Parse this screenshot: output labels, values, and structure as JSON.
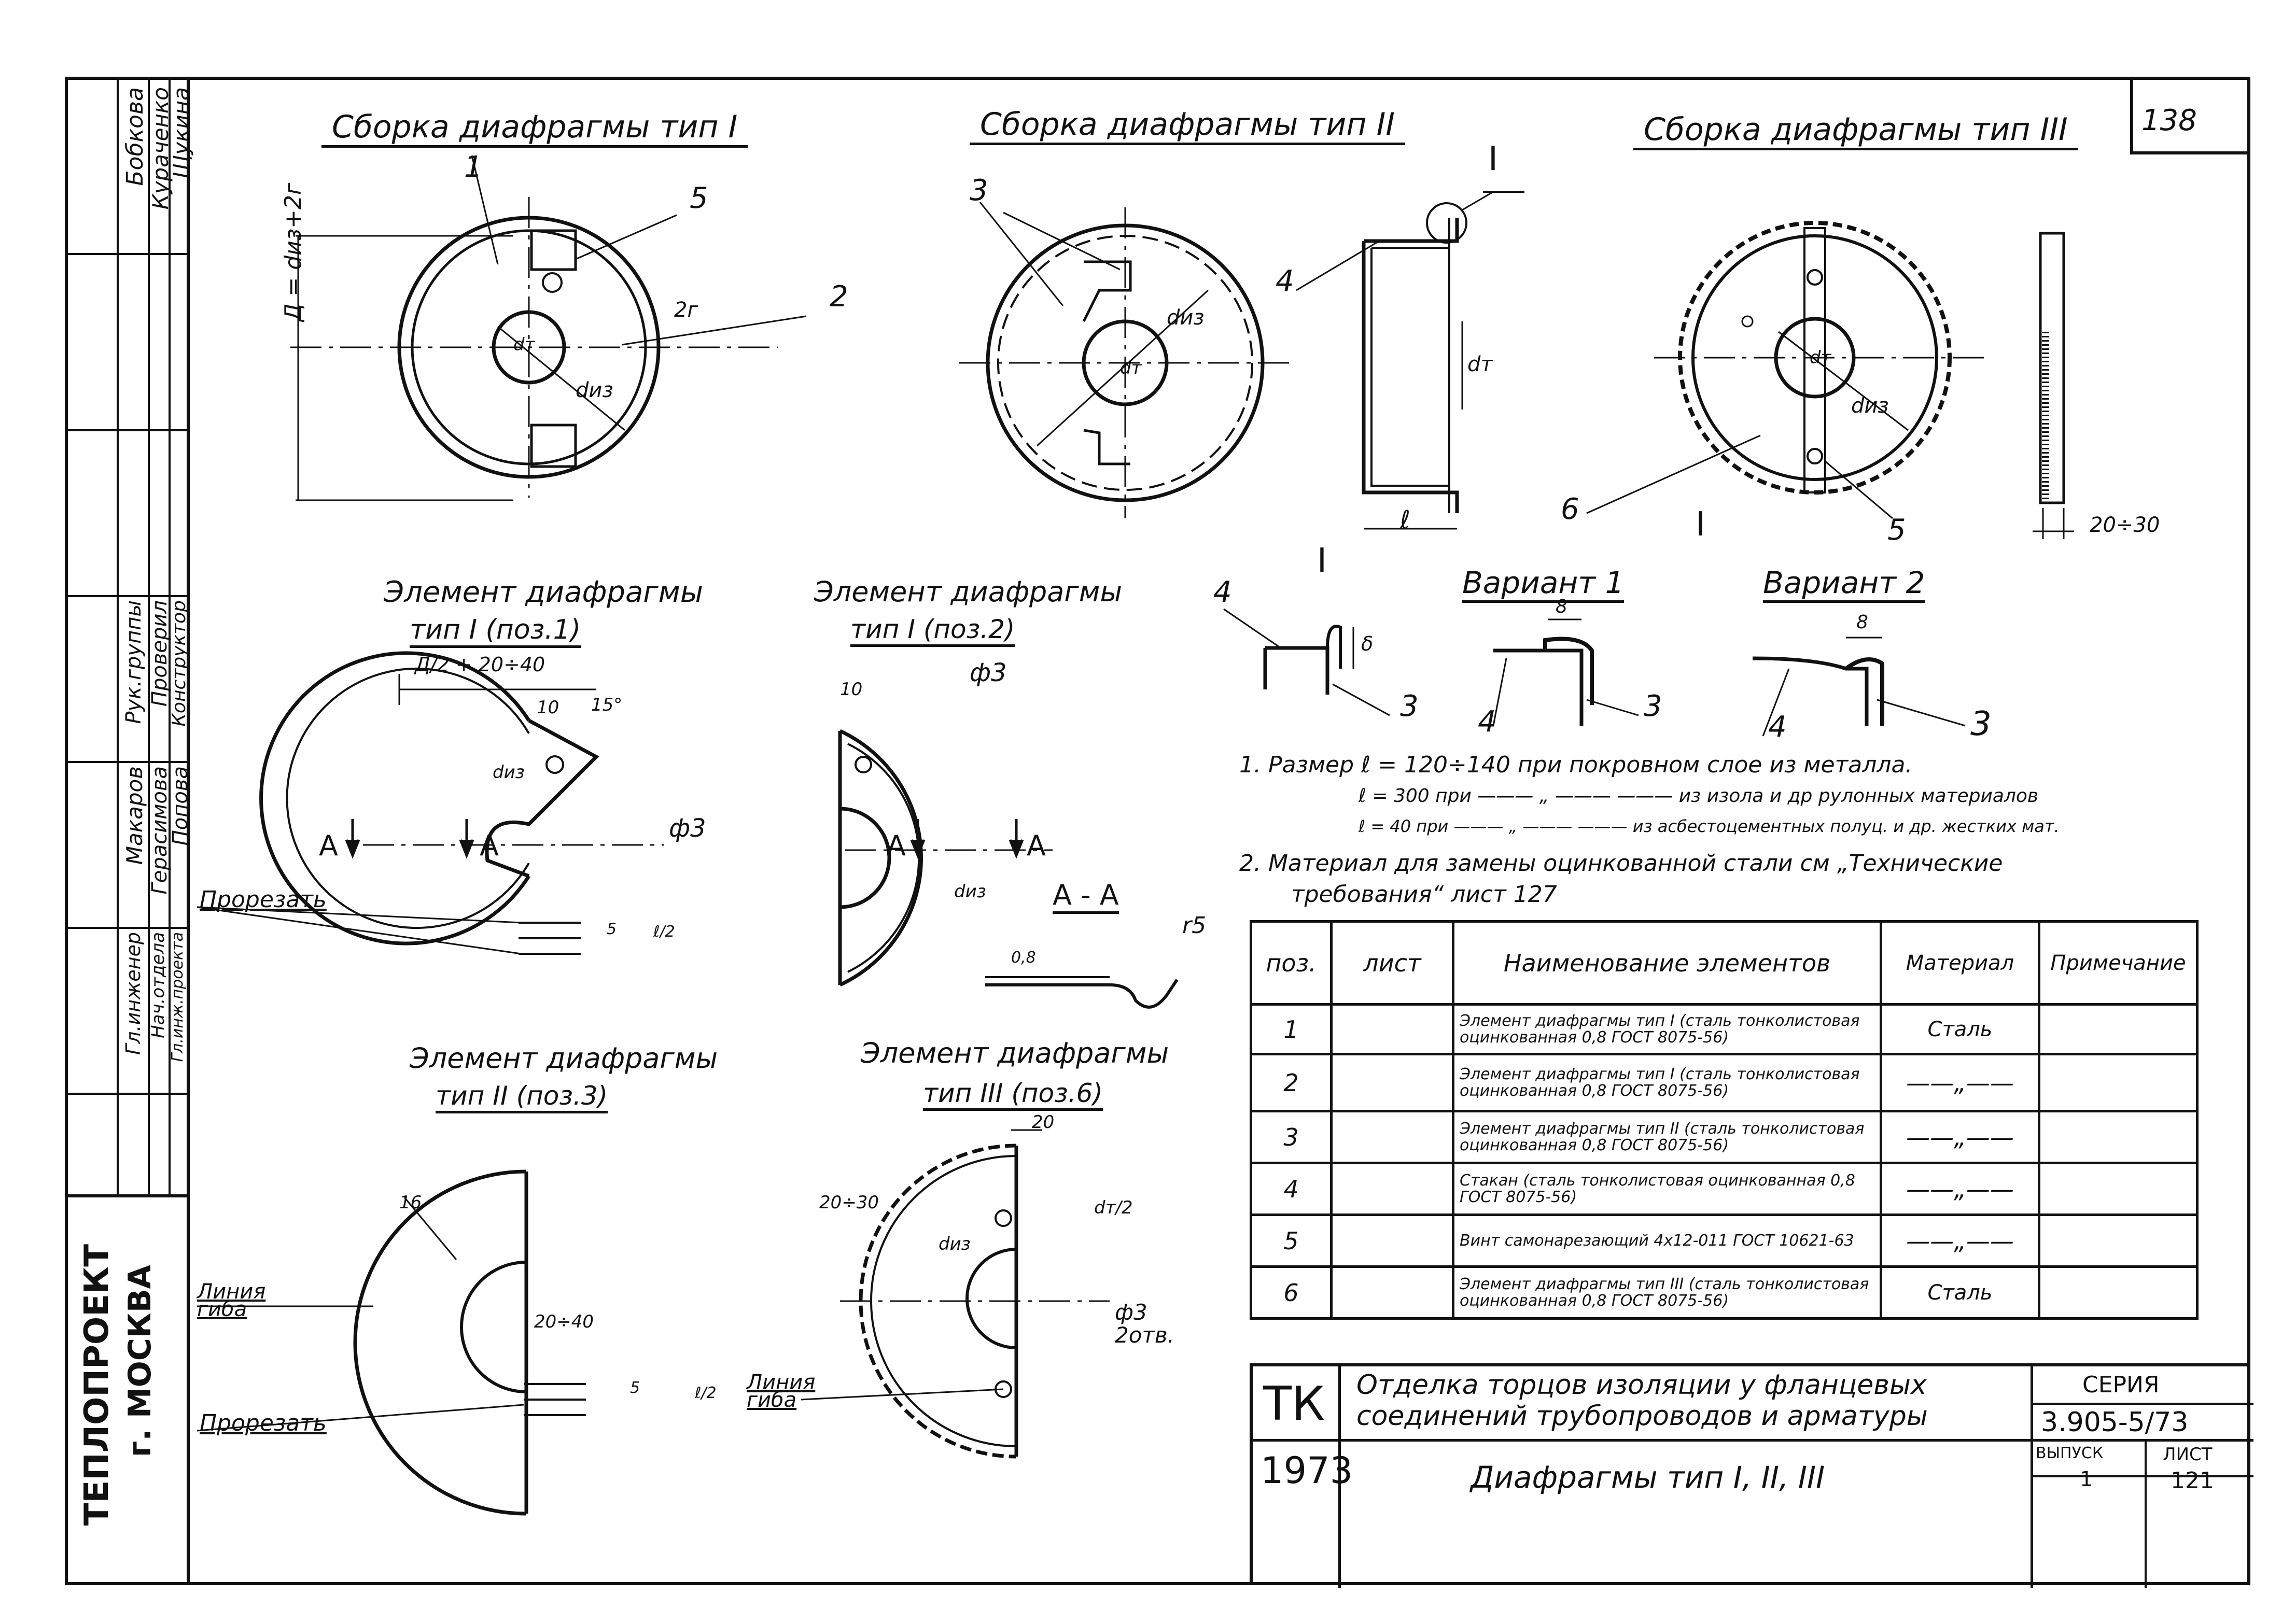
{
  "sheet_corner_number": "138",
  "assembly_titles": [
    "Сборка диафрагмы тип I",
    "Сборка диафрагмы тип II",
    "Сборка диафрагмы тип III"
  ],
  "element_titles": [
    {
      "l1": "Элемент диафрагмы",
      "l2": "тип I (поз.1)"
    },
    {
      "l1": "Элемент диафрагмы",
      "l2": "тип I (поз.2)"
    },
    {
      "l1": "Элемент диафрагмы",
      "l2": "тип II (поз.3)"
    },
    {
      "l1": "Элемент диафрагмы",
      "l2": "тип III (поз.6)"
    }
  ],
  "variants": {
    "detail_mark": "I",
    "variant1": "Вариант 1",
    "variant2": "Вариант 2"
  },
  "labels": {
    "d_formula": "Д = dиз+2г",
    "diz": "dиз",
    "dt": "dт",
    "two_g": "2г",
    "ell": "ℓ",
    "delta": "δ",
    "half_d_dim": "Д/2 + 20÷40",
    "dim_10": "10",
    "dim_8": "8",
    "dim_5": "5",
    "dim_16": "16",
    "dim_20": "20",
    "angle_15": "15°",
    "phi3": "ф3",
    "phi3_two": "ф3 2отв.",
    "r5": "r5",
    "dim_08": "0,8",
    "section_a": "A",
    "section_aa": "А - А",
    "cut": "Прорезать",
    "fold_line": "Линия гиба",
    "range_20_40": "20÷40",
    "range_20_30": "20÷30",
    "dim_dt2": "dт/2",
    "dim_l2": "ℓ/2",
    "pos": [
      "1",
      "2",
      "3",
      "4",
      "5",
      "6"
    ]
  },
  "notes": {
    "n1a": "1. Размер ℓ = 120÷140 при покровном слое из металла.",
    "n1b": "ℓ = 300    при ——— „ ———  ——— из изола и др рулонных материалов",
    "n1c": "ℓ = 40     при ——— „ ———  ——— из асбестоцементных полуц. и др. жестких мат.",
    "n2a": "2. Материал для замены оцинкованной стали см „Технические",
    "n2b": "требования“ лист 127"
  },
  "spec_table": {
    "headers": {
      "pos": "поз.",
      "sheet": "лист",
      "name": "Наименование элементов",
      "material": "Материал",
      "note": "Примечание"
    },
    "rows": [
      {
        "pos": "1",
        "name": "Элемент диафрагмы тип I (сталь тонколистовая оцинкованная 0,8 ГОСТ 8075-56)",
        "material": "Сталь"
      },
      {
        "pos": "2",
        "name": "Элемент диафрагмы тип I (сталь тонколистовая оцинкованная 0,8 ГОСТ 8075-56)",
        "material": "——„——"
      },
      {
        "pos": "3",
        "name": "Элемент диафрагмы тип II (сталь тонколистовая оцинкованная 0,8 ГОСТ 8075-56)",
        "material": "——„——"
      },
      {
        "pos": "4",
        "name": "Стакан (сталь тонколистовая оцинкованная 0,8 ГОСТ 8075-56)",
        "material": "——„——"
      },
      {
        "pos": "5",
        "name": "Винт самонарезающий 4х12-011 ГОСТ 10621-63",
        "material": "——„——"
      },
      {
        "pos": "6",
        "name": "Элемент диафрагмы тип III (сталь тонколистовая оцинкованная 0,8 ГОСТ 8075-56)",
        "material": "Сталь"
      }
    ]
  },
  "title_block": {
    "tk": "ТК",
    "year": "1973",
    "title_line1": "Отделка торцов изоляции у фланцевых",
    "title_line2": "соединений трубопроводов и арматуры",
    "sheet_name": "Диафрагмы тип I, II, III",
    "series_label": "СЕРИЯ",
    "series_value": "3.905-5/73",
    "issue_label": "ВЫПУСК",
    "issue_value": "1",
    "sheet_label": "ЛИСТ",
    "sheet_value": "121"
  },
  "side_stamp": {
    "roles": [
      "Гл.инженер",
      "Нач.отдела",
      "Гл.инж.проекта",
      "Рук.группы",
      "Проверил",
      "Конструктор"
    ],
    "names": [
      "Макаров",
      "Герасимова",
      "Попова",
      "Бобкова",
      "Кураченко",
      "Щукина"
    ],
    "org_line1": "ТЕПЛОПРОЕКТ",
    "org_line2": "г. МОСКВА"
  }
}
